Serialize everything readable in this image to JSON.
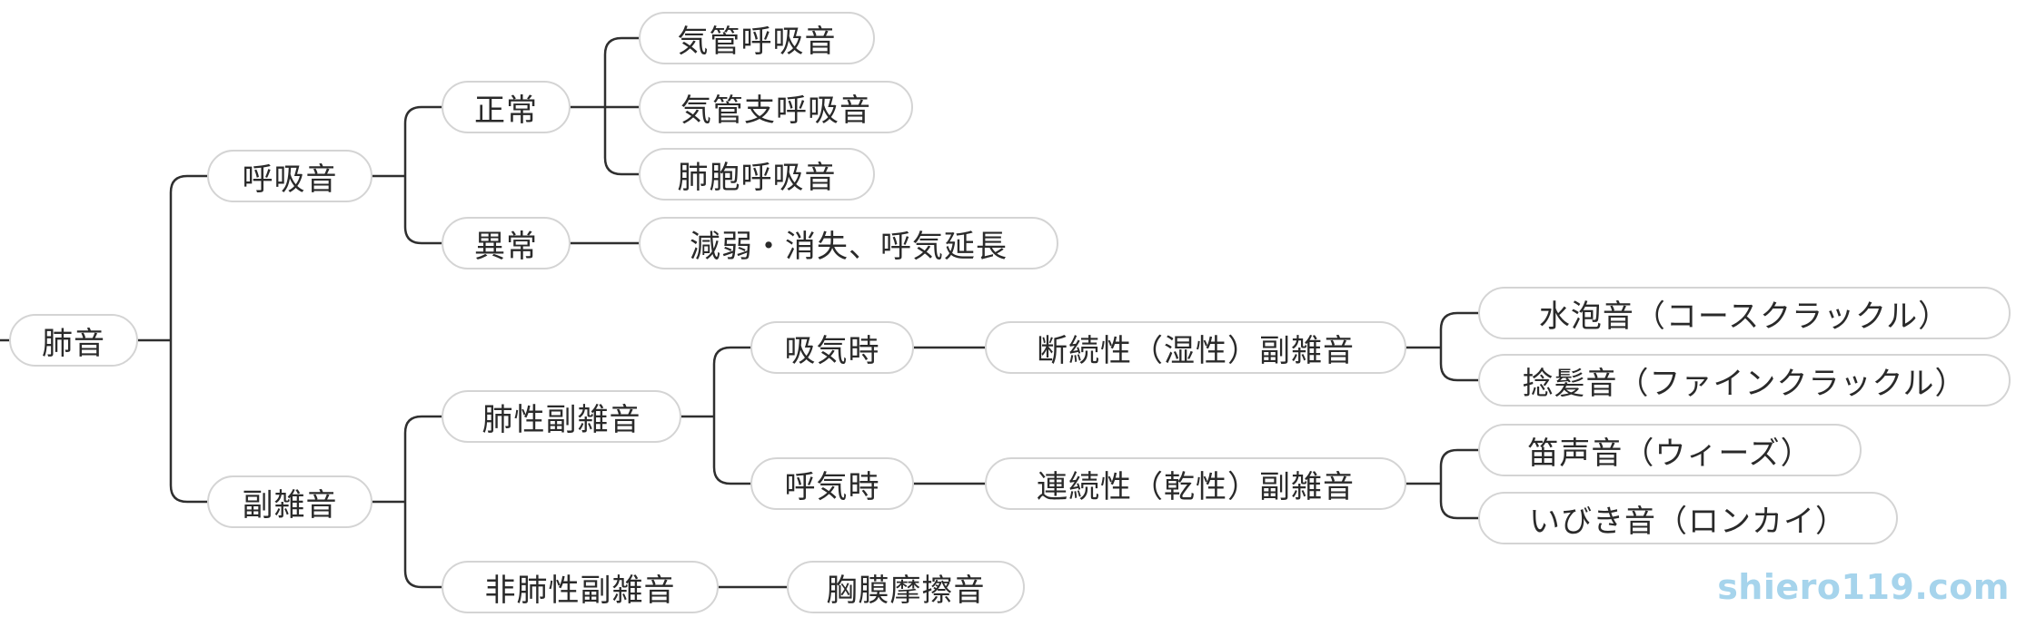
{
  "nodes": {
    "root": "肺音",
    "breath": "呼吸音",
    "normal": "正常",
    "tracheal": "気管呼吸音",
    "bronchial": "気管支呼吸音",
    "vesicular": "肺胞呼吸音",
    "abnormal": "異常",
    "diminished": "減弱・消失、呼気延長",
    "adventitious": "副雑音",
    "pulmonary": "肺性副雑音",
    "inspiration": "吸気時",
    "discontinuous": "断続性（湿性）副雑音",
    "coarse": "水泡音（コースクラックル）",
    "fine": "捻髪音（ファインクラックル）",
    "expiration": "呼気時",
    "continuous": "連続性（乾性）副雑音",
    "wheeze": "笛声音（ウィーズ）",
    "rhonchi": "いびき音（ロンカイ）",
    "nonpulmonary": "非肺性副雑音",
    "friction": "胸膜摩擦音"
  },
  "watermark": "shiero119.com"
}
